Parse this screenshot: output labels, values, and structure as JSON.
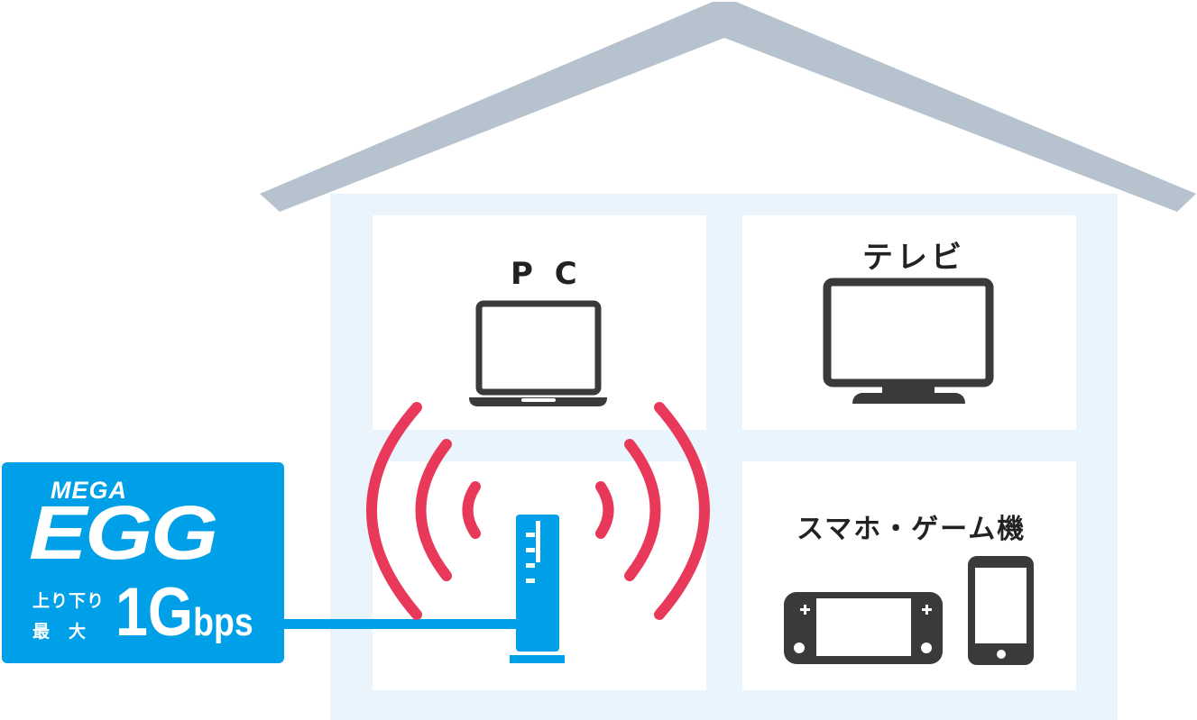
{
  "rooms": {
    "pc": {
      "label": "P C"
    },
    "tv": {
      "label": "テレビ"
    },
    "mobile": {
      "label": "スマホ・ゲーム機"
    }
  },
  "badge": {
    "brand_small": "MEGA",
    "brand_large": "EGG",
    "speed_line1": "上り下り",
    "speed_line2": "最　大",
    "speed_value": "1G",
    "speed_unit": "bps"
  },
  "colors": {
    "roof": "#b6c2cd",
    "house_wall": "#eaf4fd",
    "room": "#ffffff",
    "device": "#3a3a3a",
    "router": "#00a0e8",
    "cable": "#00a0e8",
    "wifi_waves": "#e8395a",
    "badge_bg": "#00a0e8"
  },
  "icons": [
    "laptop-icon",
    "tv-icon",
    "game-console-icon",
    "smartphone-icon",
    "router-icon",
    "wifi-waves-icon"
  ]
}
